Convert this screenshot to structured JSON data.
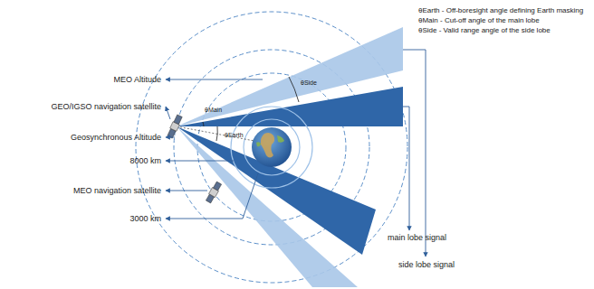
{
  "diagram": {
    "labels": [
      "θEarth - Off-boresight angle defining Earth masking",
      "θMain - Cut-off angle of the main lobe",
      "θSide - Valid range angle of the side lobe",
      "MEO Altitude",
      "GEO/IGSO navigation satellite",
      "Geosynchronous Altitude",
      "8000 km",
      "MEO navigation satellite",
      "3000 km",
      "main lobe signal",
      "side lobe signal",
      "θSide",
      "θMain",
      "θEarth"
    ]
  }
}
